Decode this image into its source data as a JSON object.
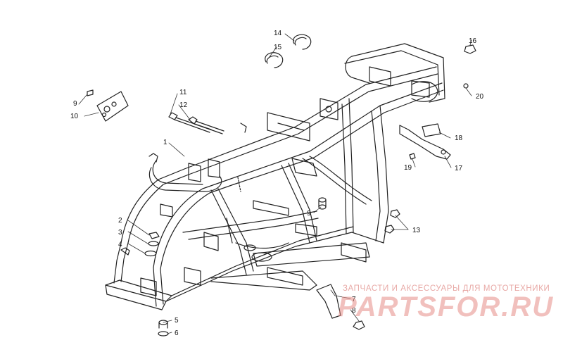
{
  "callouts": [
    {
      "id": "1",
      "text": "1"
    },
    {
      "id": "2",
      "text": "2"
    },
    {
      "id": "3",
      "text": "3"
    },
    {
      "id": "4",
      "text": "4"
    },
    {
      "id": "5",
      "text": "5"
    },
    {
      "id": "6",
      "text": "6"
    },
    {
      "id": "7",
      "text": "7"
    },
    {
      "id": "8",
      "text": "8"
    },
    {
      "id": "9a",
      "text": "9"
    },
    {
      "id": "9b",
      "text": "9"
    },
    {
      "id": "10",
      "text": "10"
    },
    {
      "id": "11",
      "text": "11"
    },
    {
      "id": "12",
      "text": "12"
    },
    {
      "id": "13",
      "text": "13"
    },
    {
      "id": "14",
      "text": "14"
    },
    {
      "id": "15",
      "text": "15"
    },
    {
      "id": "16",
      "text": "16"
    },
    {
      "id": "17",
      "text": "17"
    },
    {
      "id": "18",
      "text": "18"
    },
    {
      "id": "19",
      "text": "19"
    },
    {
      "id": "20",
      "text": "20"
    }
  ],
  "watermark": {
    "tagline": "ЗАПЧАСТИ И АКСЕССУАРЫ ДЛЯ МОТОТЕХНИКИ",
    "logo": "PARTSFOR.RU",
    "color": "#e8a9a6"
  }
}
